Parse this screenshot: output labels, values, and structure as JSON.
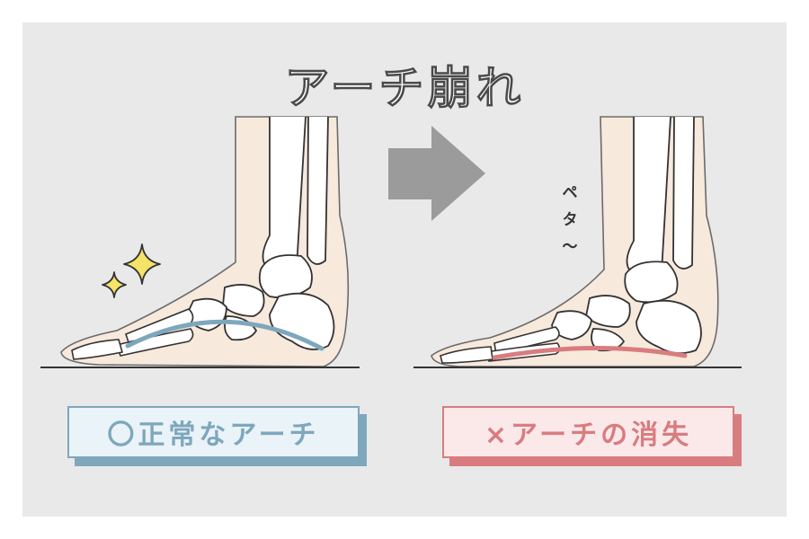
{
  "title": "アーチ崩れ",
  "labels": {
    "normal": "〇正常なアーチ",
    "flat": "×アーチの消失"
  },
  "annotation": {
    "peta_chars": [
      "ペ",
      "タ",
      "〜"
    ]
  },
  "colors": {
    "background": "#e9e9e9",
    "normal_arch": "#7ea7bd",
    "flat_arch": "#d97c80",
    "skin": "#f7e9dc",
    "arrow": "#9b9b9b",
    "sparkle": "#f5e36a"
  }
}
